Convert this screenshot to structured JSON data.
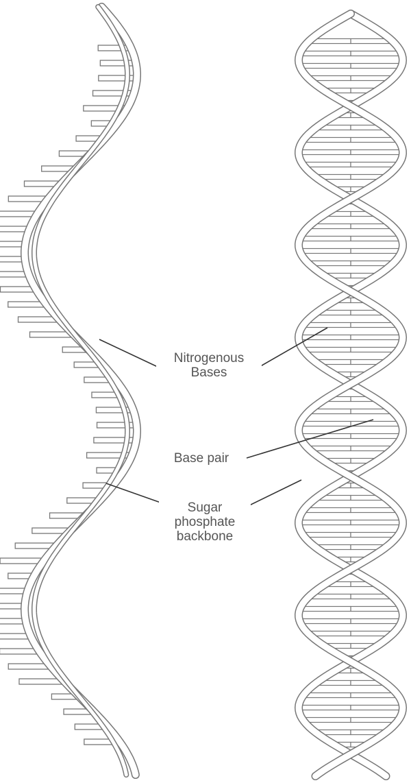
{
  "diagram": {
    "labels": {
      "nitrogenous_bases": [
        "Nitrogenous",
        "Bases"
      ],
      "base_pair": "Base pair",
      "sugar_phosphate_backbone": [
        "Sugar",
        "phosphate",
        "backbone"
      ]
    },
    "colors": {
      "stroke": "#777777",
      "strand_fill": "#ffffff",
      "base_fill": "#ffffff",
      "label_text": "#555555",
      "pointer": "#333333"
    }
  }
}
